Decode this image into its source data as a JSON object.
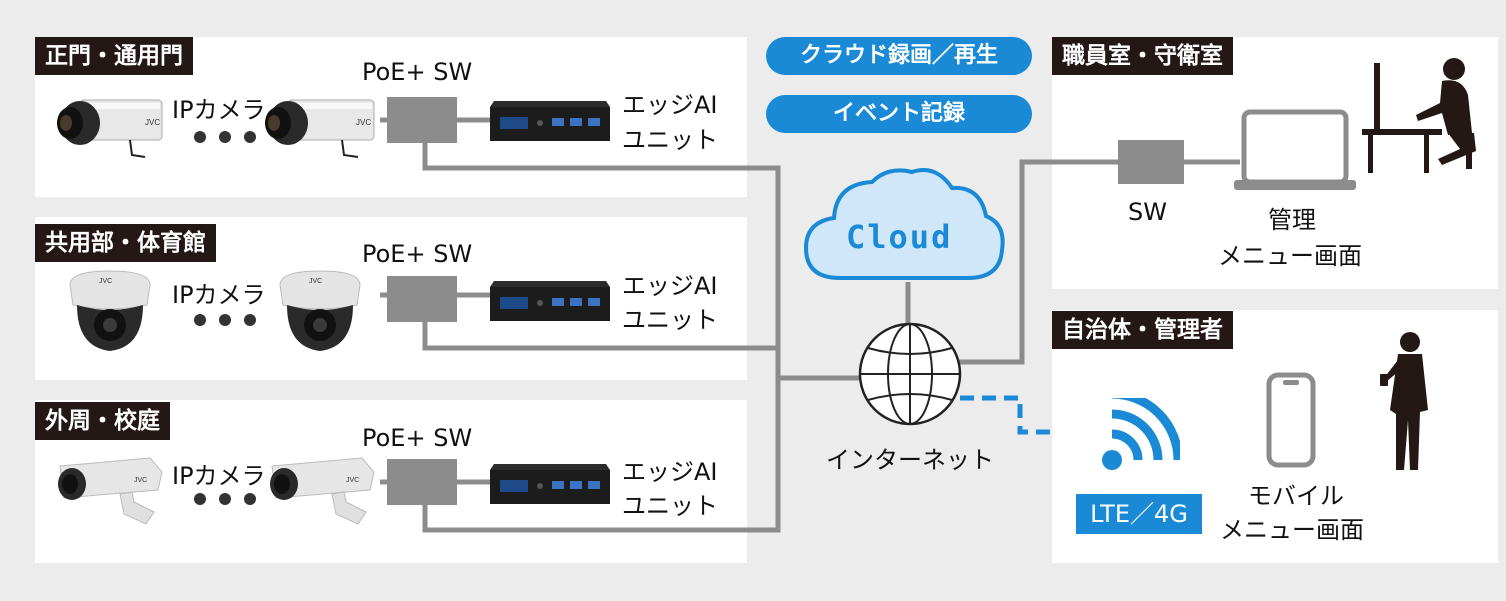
{
  "sites": [
    {
      "tag": "正門・通用門",
      "switch_label": "PoE+ SW",
      "camera_label": "IPカメラ",
      "edge_label_1": "エッジAI",
      "edge_label_2": "ユニット",
      "camera_type": "box-camera-icon"
    },
    {
      "tag": "共用部・体育館",
      "switch_label": "PoE+ SW",
      "camera_label": "IPカメラ",
      "edge_label_1": "エッジAI",
      "edge_label_2": "ユニット",
      "camera_type": "dome-camera-icon"
    },
    {
      "tag": "外周・校庭",
      "switch_label": "PoE+ SW",
      "camera_label": "IPカメラ",
      "edge_label_1": "エッジAI",
      "edge_label_2": "ユニット",
      "camera_type": "bullet-camera-icon"
    }
  ],
  "cloud": {
    "pill_1": "クラウド録画／再生",
    "pill_2": "イベント記録",
    "label": "Cloud",
    "internet_label": "インターネット"
  },
  "staff_room": {
    "tag": "職員室・守衛室",
    "switch_label": "SW",
    "menu_label_1": "管理",
    "menu_label_2": "メニュー画面"
  },
  "municipality": {
    "tag": "自治体・管理者",
    "network_label": "LTE／4G",
    "menu_label_1": "モバイル",
    "menu_label_2": "メニュー画面"
  },
  "colors": {
    "accent_blue": "#1a8ad6",
    "cloud_fill": "#cfe7f8",
    "line_gray": "#8c8c8c",
    "tag_bg": "#231815",
    "background": "#ececec"
  }
}
